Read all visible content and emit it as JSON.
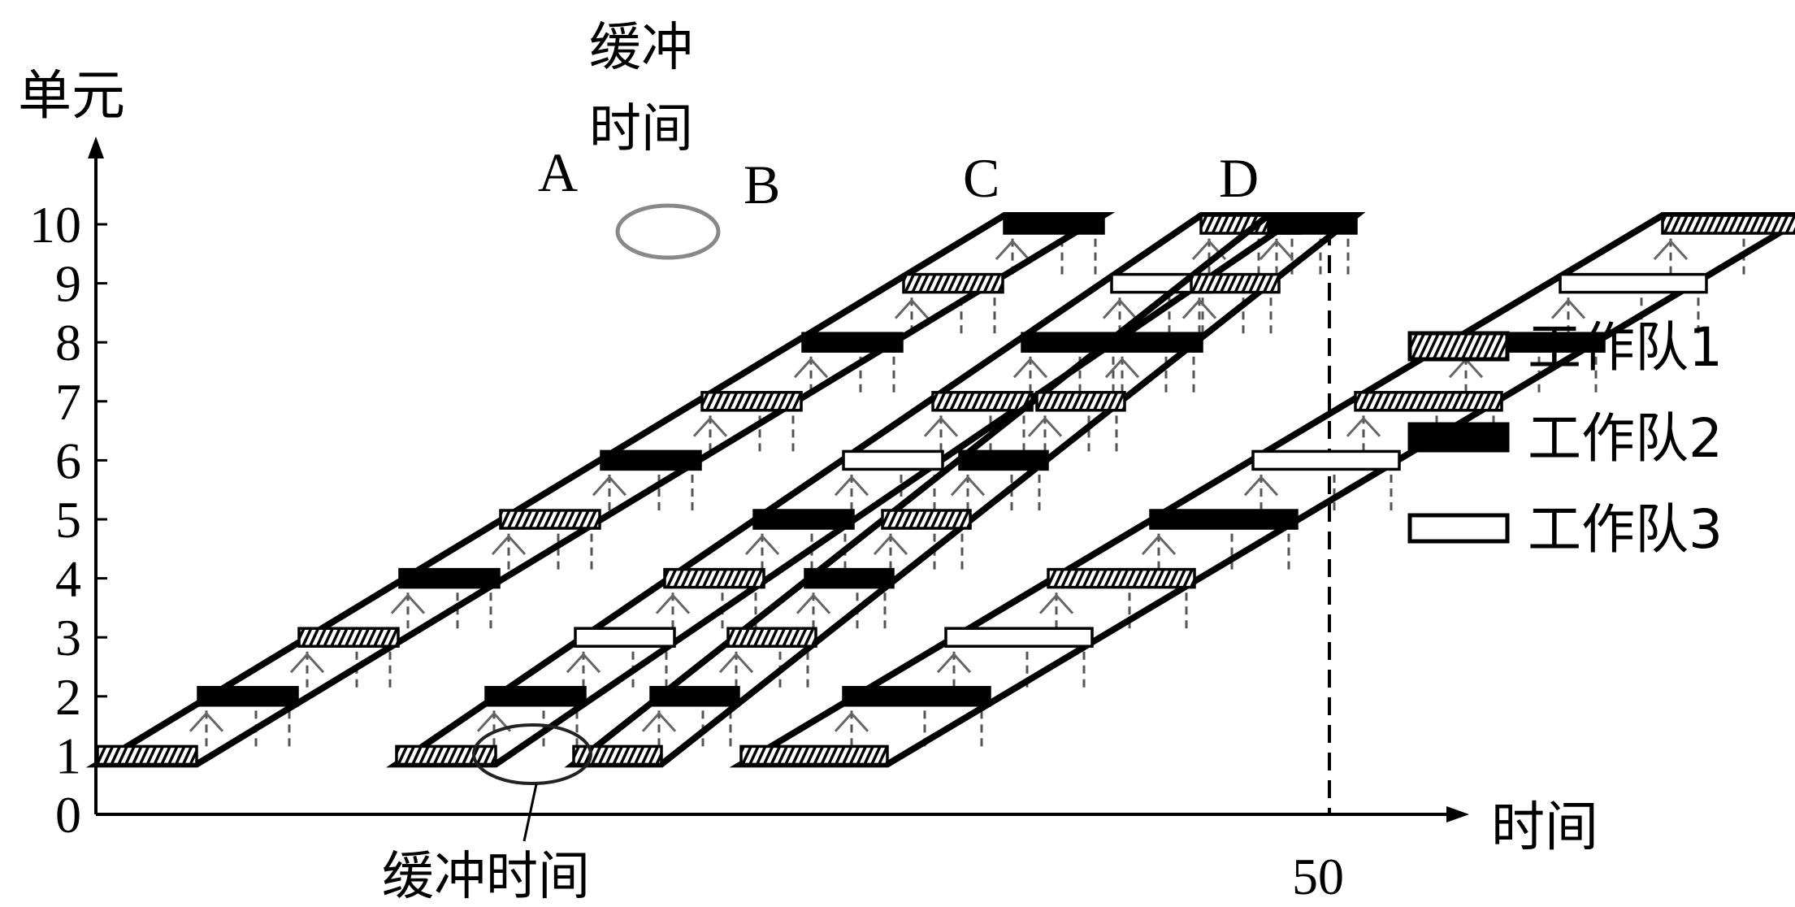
{
  "axes": {
    "y_title": "单元",
    "x_title": "时间",
    "y_ticks": [
      "0",
      "1",
      "2",
      "3",
      "4",
      "5",
      "6",
      "7",
      "8",
      "9",
      "10"
    ],
    "x_mark": "50"
  },
  "blocks": [
    "A",
    "B",
    "C",
    "D"
  ],
  "notes": {
    "buffer_top_line1": "缓冲",
    "buffer_top_line2": "时间",
    "buffer_bottom": "缓冲时间"
  },
  "legend": {
    "team1": "工作队1",
    "team2": "工作队2",
    "team3": "工作队3"
  },
  "colors": {
    "line": "#000000",
    "team2_fill": "#000000",
    "team3_fill": "#ffffff",
    "guide": "#555555"
  },
  "diagram": {
    "time_end": 50,
    "units": 10,
    "blocks": [
      {
        "id": "A",
        "teams": [
          1,
          2,
          1,
          2,
          1,
          2,
          1,
          2,
          1,
          2
        ]
      },
      {
        "id": "B",
        "teams": [
          1,
          2,
          3,
          1,
          2,
          3,
          1,
          2,
          3,
          1
        ]
      },
      {
        "id": "C",
        "teams": [
          1,
          2,
          1,
          2,
          1,
          2,
          1,
          2,
          1,
          2
        ]
      },
      {
        "id": "D",
        "teams": [
          1,
          2,
          3,
          1,
          2,
          3,
          1,
          2,
          3,
          1
        ]
      }
    ]
  }
}
